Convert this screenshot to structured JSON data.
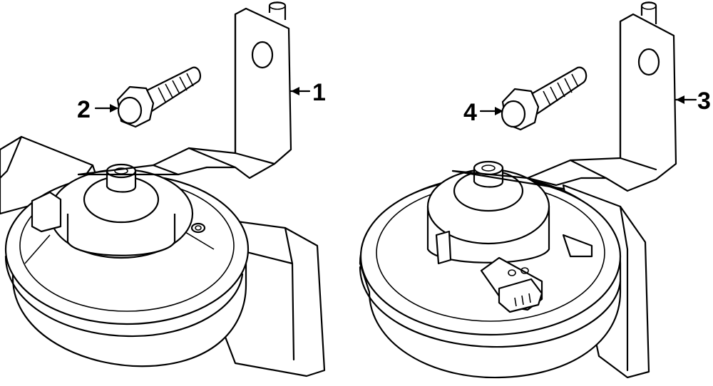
{
  "callouts": [
    {
      "id": "callout-1",
      "number": "1",
      "part": "bracket"
    },
    {
      "id": "callout-2",
      "number": "2",
      "part": "bolt"
    },
    {
      "id": "callout-3",
      "number": "3",
      "part": "bracket"
    },
    {
      "id": "callout-4",
      "number": "4",
      "part": "bolt"
    }
  ]
}
